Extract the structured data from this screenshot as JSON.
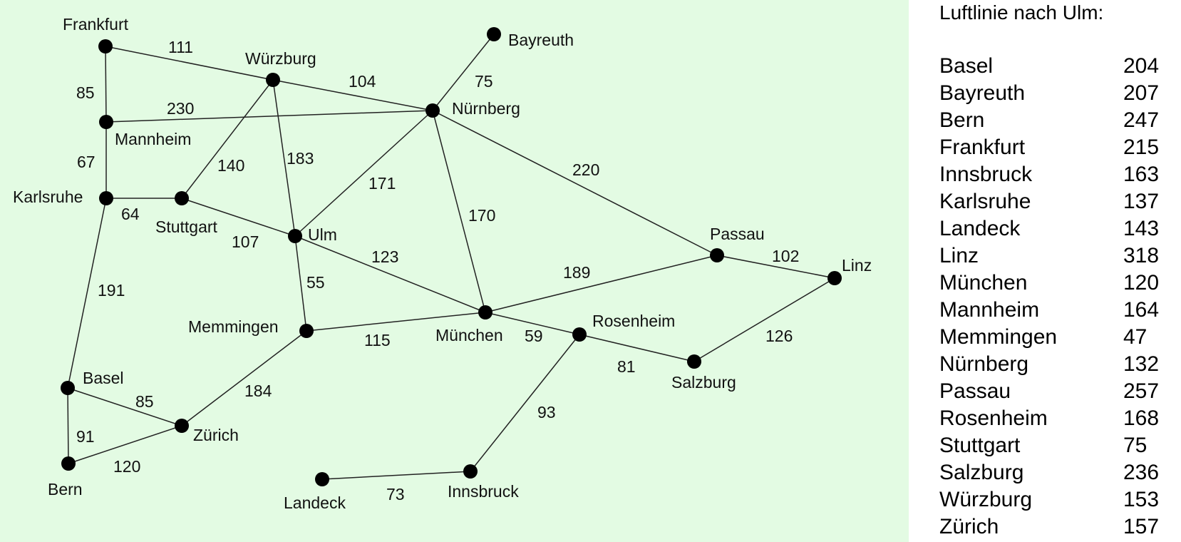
{
  "map": {
    "cities": [
      {
        "id": "frankfurt",
        "name": "Frankfurt"
      },
      {
        "id": "wuerzburg",
        "name": "Würzburg"
      },
      {
        "id": "bayreuth",
        "name": "Bayreuth"
      },
      {
        "id": "nuernberg",
        "name": "Nürnberg"
      },
      {
        "id": "mannheim",
        "name": "Mannheim"
      },
      {
        "id": "karlsruhe",
        "name": "Karlsruhe"
      },
      {
        "id": "stuttgart",
        "name": "Stuttgart"
      },
      {
        "id": "ulm",
        "name": "Ulm"
      },
      {
        "id": "passau",
        "name": "Passau"
      },
      {
        "id": "linz",
        "name": "Linz"
      },
      {
        "id": "memmingen",
        "name": "Memmingen"
      },
      {
        "id": "muenchen",
        "name": "München"
      },
      {
        "id": "rosenheim",
        "name": "Rosenheim"
      },
      {
        "id": "salzburg",
        "name": "Salzburg"
      },
      {
        "id": "basel",
        "name": "Basel"
      },
      {
        "id": "zuerich",
        "name": "Zürich"
      },
      {
        "id": "bern",
        "name": "Bern"
      },
      {
        "id": "landeck",
        "name": "Landeck"
      },
      {
        "id": "innsbruck",
        "name": "Innsbruck"
      }
    ],
    "roads": [
      {
        "from": "frankfurt",
        "to": "wuerzburg",
        "km": "111"
      },
      {
        "from": "frankfurt",
        "to": "mannheim",
        "km": "85"
      },
      {
        "from": "wuerzburg",
        "to": "nuernberg",
        "km": "104"
      },
      {
        "from": "mannheim",
        "to": "nuernberg",
        "km": "230"
      },
      {
        "from": "bayreuth",
        "to": "nuernberg",
        "km": "75"
      },
      {
        "from": "mannheim",
        "to": "karlsruhe",
        "km": "67"
      },
      {
        "from": "wuerzburg",
        "to": "stuttgart",
        "km": "140"
      },
      {
        "from": "wuerzburg",
        "to": "ulm",
        "km": "183"
      },
      {
        "from": "nuernberg",
        "to": "ulm",
        "km": "171"
      },
      {
        "from": "nuernberg",
        "to": "passau",
        "km": "220"
      },
      {
        "from": "nuernberg",
        "to": "muenchen",
        "km": "170"
      },
      {
        "from": "karlsruhe",
        "to": "stuttgart",
        "km": "64"
      },
      {
        "from": "stuttgart",
        "to": "ulm",
        "km": "107"
      },
      {
        "from": "ulm",
        "to": "muenchen",
        "km": "123"
      },
      {
        "from": "ulm",
        "to": "memmingen",
        "km": "55"
      },
      {
        "from": "karlsruhe",
        "to": "basel",
        "km": "191"
      },
      {
        "from": "muenchen",
        "to": "passau",
        "km": "189"
      },
      {
        "from": "passau",
        "to": "linz",
        "km": "102"
      },
      {
        "from": "memmingen",
        "to": "muenchen",
        "km": "115"
      },
      {
        "from": "muenchen",
        "to": "rosenheim",
        "km": "59"
      },
      {
        "from": "rosenheim",
        "to": "salzburg",
        "km": "81"
      },
      {
        "from": "salzburg",
        "to": "linz",
        "km": "126"
      },
      {
        "from": "memmingen",
        "to": "zuerich",
        "km": "184"
      },
      {
        "from": "rosenheim",
        "to": "innsbruck",
        "km": "93"
      },
      {
        "from": "basel",
        "to": "zuerich",
        "km": "85"
      },
      {
        "from": "basel",
        "to": "bern",
        "km": "91"
      },
      {
        "from": "bern",
        "to": "zuerich",
        "km": "120"
      },
      {
        "from": "landeck",
        "to": "innsbruck",
        "km": "73"
      }
    ]
  },
  "distances": {
    "title": "Luftlinie nach Ulm:",
    "rows": [
      {
        "city": "Basel",
        "value": "204"
      },
      {
        "city": "Bayreuth",
        "value": "207"
      },
      {
        "city": "Bern",
        "value": "247"
      },
      {
        "city": "Frankfurt",
        "value": "215"
      },
      {
        "city": "Innsbruck",
        "value": "163"
      },
      {
        "city": "Karlsruhe",
        "value": "137"
      },
      {
        "city": "Landeck",
        "value": "143"
      },
      {
        "city": "Linz",
        "value": "318"
      },
      {
        "city": "München",
        "value": "120"
      },
      {
        "city": "Mannheim",
        "value": "164"
      },
      {
        "city": "Memmingen",
        "value": "47"
      },
      {
        "city": "Nürnberg",
        "value": "132"
      },
      {
        "city": "Passau",
        "value": "257"
      },
      {
        "city": "Rosenheim",
        "value": "168"
      },
      {
        "city": "Stuttgart",
        "value": "75"
      },
      {
        "city": "Salzburg",
        "value": "236"
      },
      {
        "city": "Würzburg",
        "value": "153"
      },
      {
        "city": "Zürich",
        "value": "157"
      }
    ]
  },
  "colors": {
    "background": "#e3fbe3",
    "node": "#000000",
    "edge": "#222222"
  }
}
